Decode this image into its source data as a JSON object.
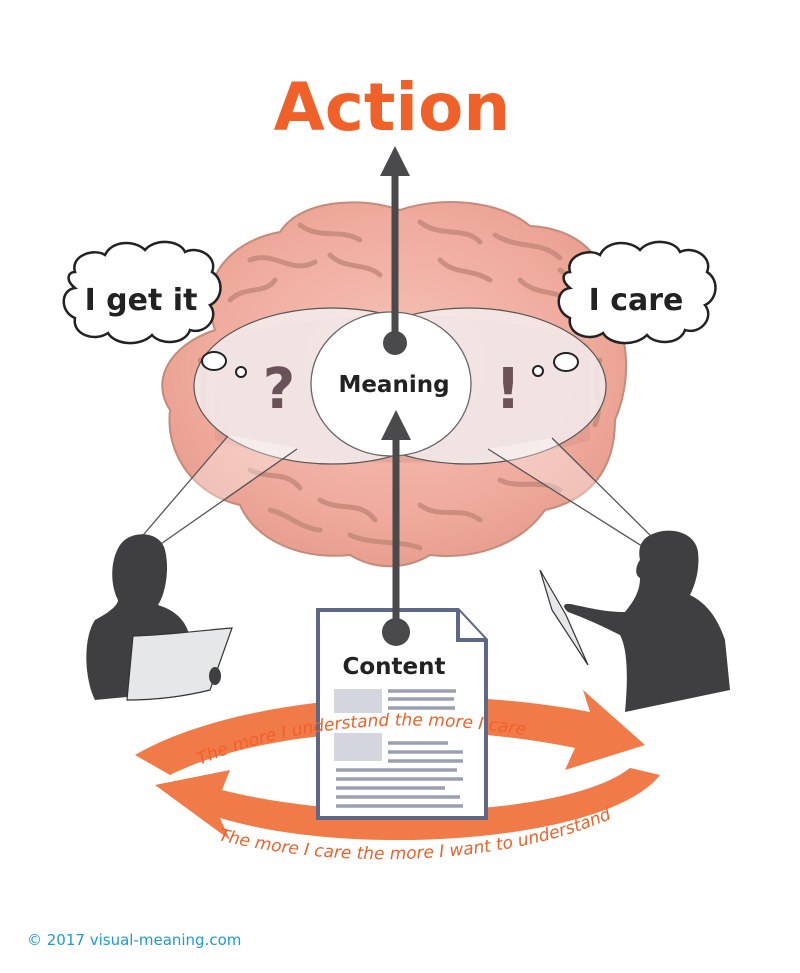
{
  "diagram": {
    "title": "Action",
    "left_bubble": {
      "text": "I get it",
      "symbol": "?"
    },
    "right_bubble": {
      "text": "I care",
      "symbol": "!"
    },
    "center_label": "Meaning",
    "document_label": "Content",
    "cycle": {
      "top_arrow_text": "The more I understand the more I care",
      "bottom_arrow_text": "The more I care the more I want to understand"
    },
    "figures": [
      {
        "name": "reader-left",
        "role": "person reading document"
      },
      {
        "name": "reader-right",
        "role": "person holding tablet"
      }
    ],
    "icons": [
      "brain-illustration",
      "arrow-up-icon",
      "thought-bubble-icon",
      "document-icon",
      "person-silhouette-icon"
    ]
  },
  "colors": {
    "accent_orange": "#f0612a",
    "arrow_orange": "#f07a48",
    "dark_gray": "#4a4a4d",
    "brain_pink": "#f1b0a3",
    "brain_fold": "#c58a79",
    "symbol_mauve": "#6b5158",
    "doc_border": "#5d6886",
    "copyright_blue": "#1a9ad6"
  },
  "footer": {
    "copyright": "© 2017 visual-meaning.com"
  }
}
